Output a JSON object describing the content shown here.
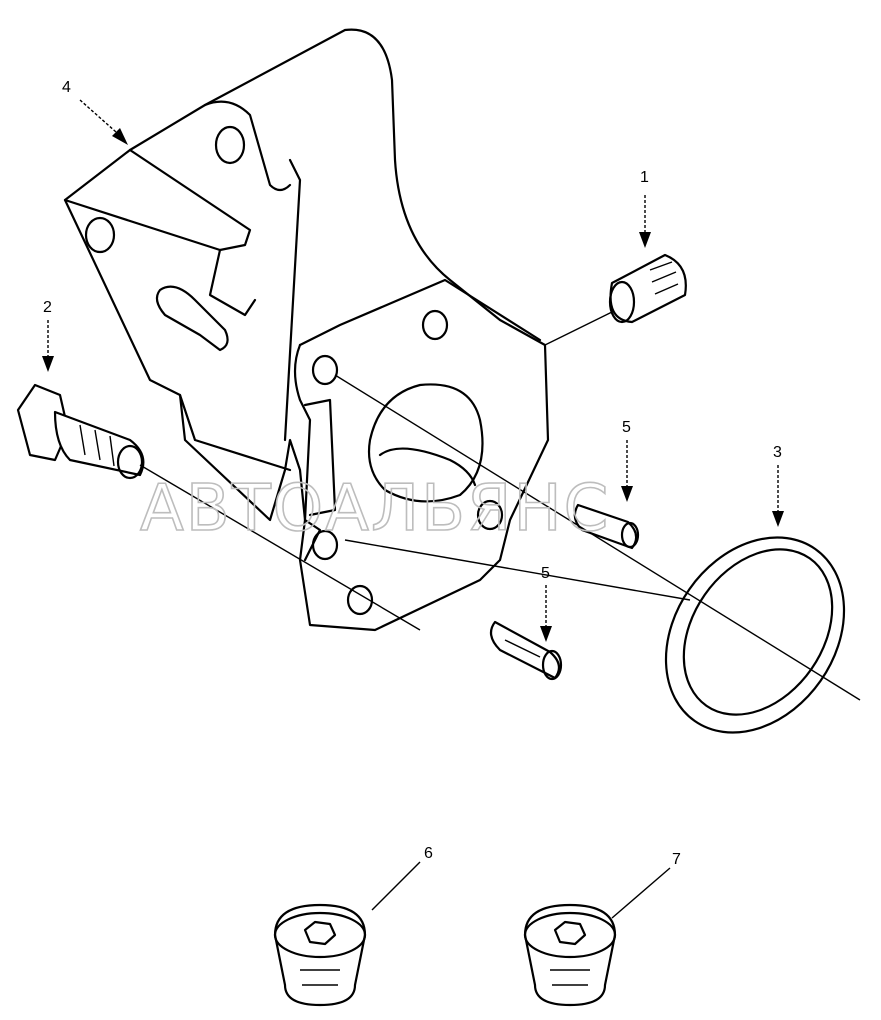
{
  "diagram": {
    "watermark": "АВТОАЛЬЯНС",
    "callouts": [
      {
        "id": "c1",
        "label": "1"
      },
      {
        "id": "c2",
        "label": "2"
      },
      {
        "id": "c3",
        "label": "3"
      },
      {
        "id": "c4",
        "label": "4"
      },
      {
        "id": "c5a",
        "label": "5"
      },
      {
        "id": "c5b",
        "label": "5"
      },
      {
        "id": "c6",
        "label": "6"
      },
      {
        "id": "c7",
        "label": "7"
      }
    ]
  }
}
